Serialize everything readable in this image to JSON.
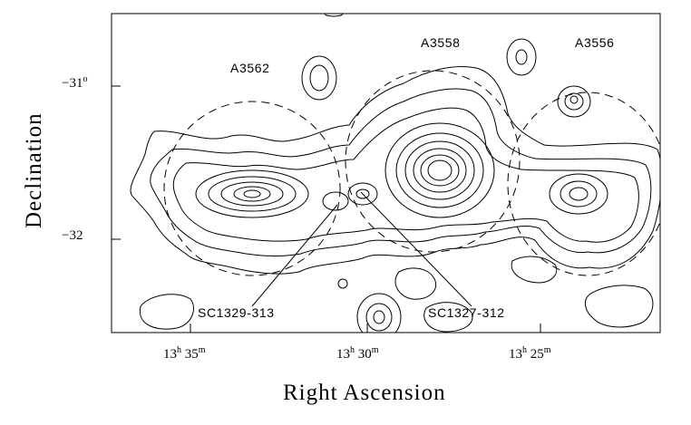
{
  "clusters": [
    {
      "id": "a3562",
      "label": "A3562"
    },
    {
      "id": "a3558",
      "label": "A3558"
    },
    {
      "id": "a3556",
      "label": "A3556"
    }
  ],
  "groups": [
    {
      "id": "sc1329",
      "label": "SC1329-313"
    },
    {
      "id": "sc1327",
      "label": "SC1327-312"
    }
  ],
  "y_axis": {
    "title": "Declination",
    "ticks": [
      {
        "main": "−31",
        "sup": "o"
      },
      {
        "main": "−32",
        "sup": ""
      }
    ]
  },
  "x_axis": {
    "title": "Right Ascension",
    "ticks": [
      {
        "h": "13",
        "hu": "h",
        "m": "35",
        "mu": "m"
      },
      {
        "h": "13",
        "hu": "h",
        "m": "30",
        "mu": "m"
      },
      {
        "h": "13",
        "hu": "h",
        "m": "25",
        "mu": "m"
      }
    ]
  }
}
